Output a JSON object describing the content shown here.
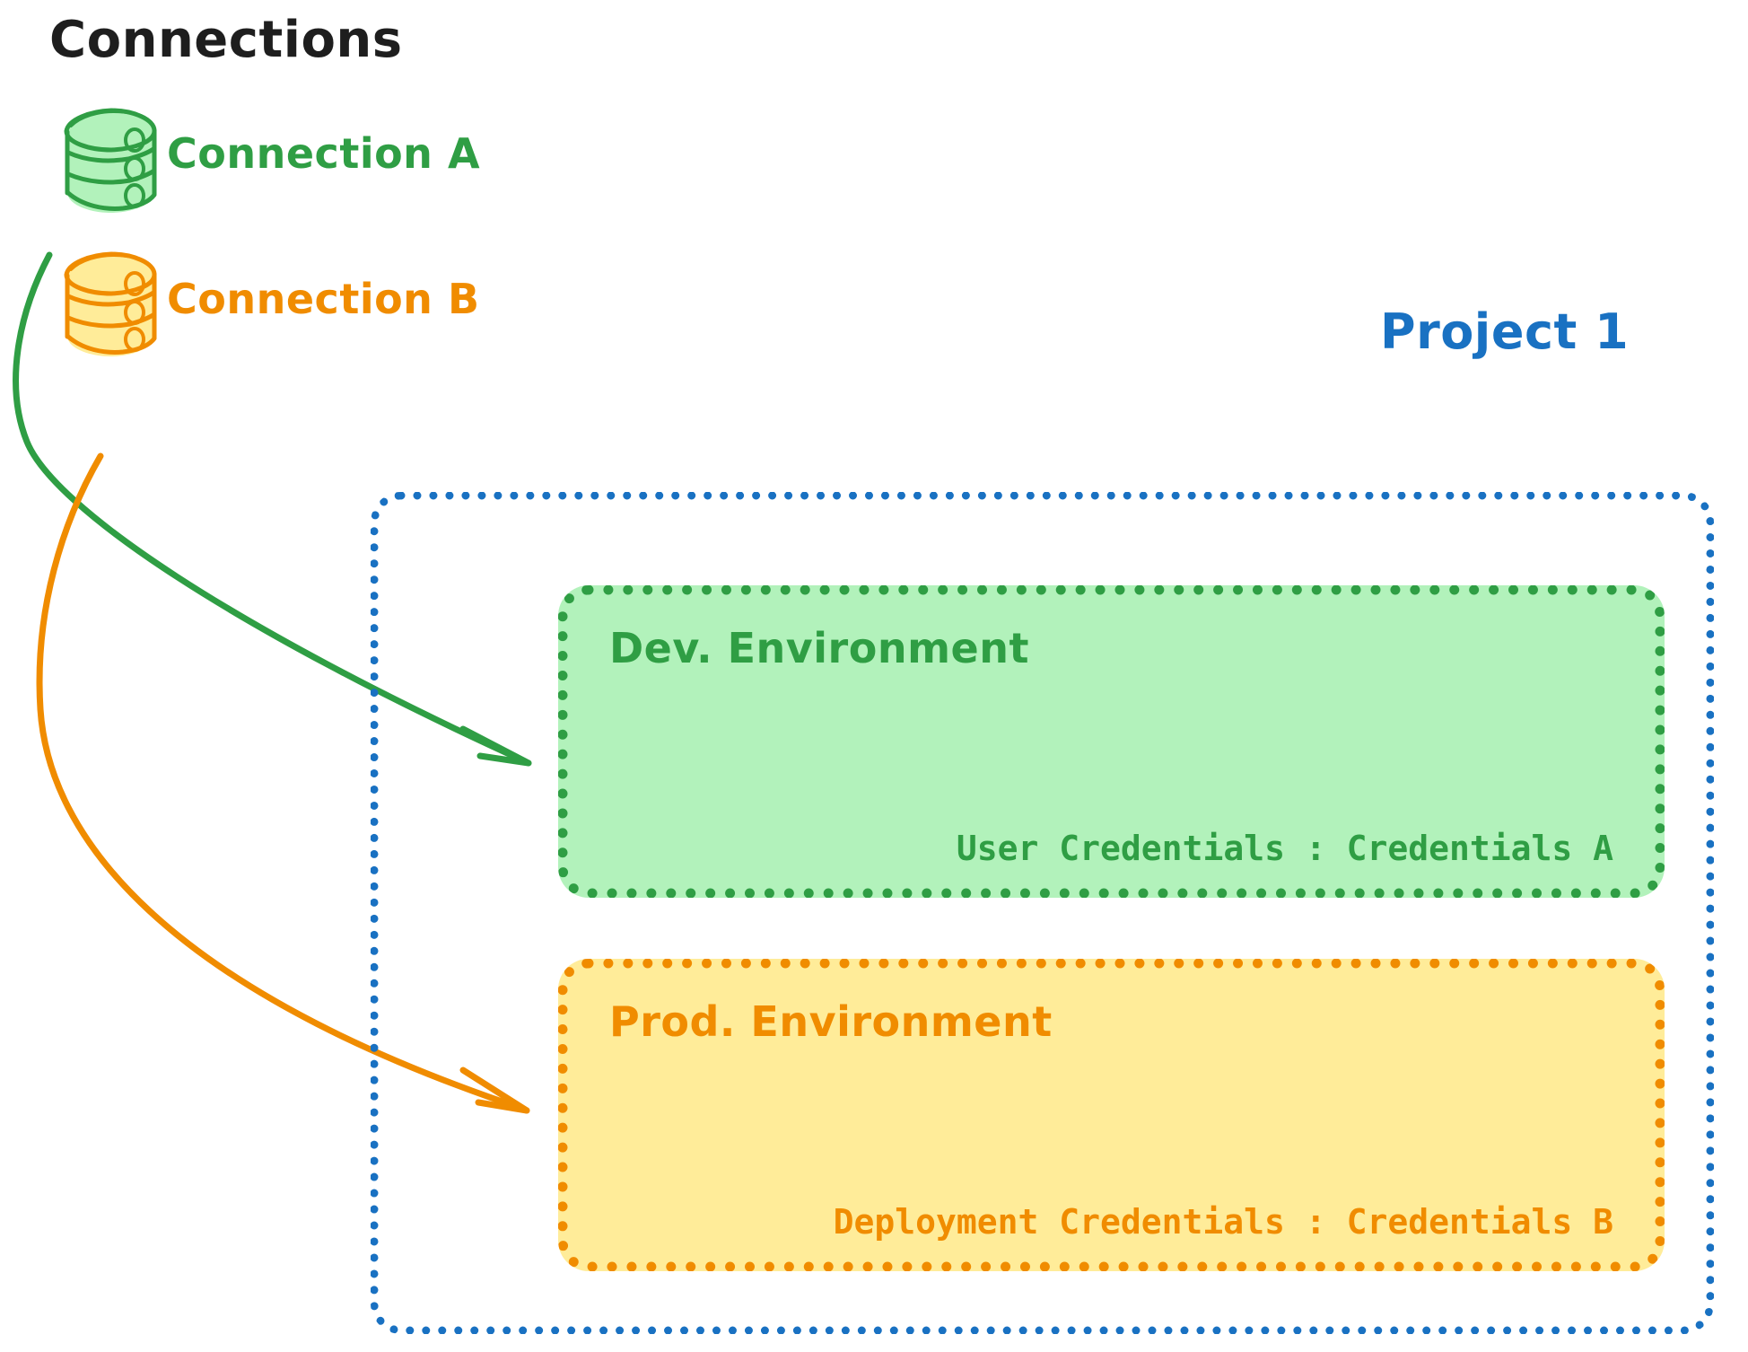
{
  "title": "Connections",
  "connections": [
    {
      "id": "connection-a",
      "label": "Connection A",
      "icon": "database-cylinder-icon",
      "color": "#2f9e44"
    },
    {
      "id": "connection-b",
      "label": "Connection B",
      "icon": "database-cylinder-icon",
      "color": "#f08c00"
    }
  ],
  "project": {
    "label": "Project 1",
    "color": "#1971c2",
    "environments": [
      {
        "id": "dev-environment",
        "title": "Dev. Environment",
        "credentials_label": "User Credentials",
        "credentials_value": "Credentials A",
        "credentials_text": "User Credentials : Credentials A",
        "stroke": "#2f9e44",
        "fill": "#b2f2bb"
      },
      {
        "id": "prod-environment",
        "title": "Prod. Environment",
        "credentials_label": "Deployment Credentials",
        "credentials_value": "Credentials B",
        "credentials_text": "Deployment Credentials : Credentials B",
        "stroke": "#f08c00",
        "fill": "#ffec99"
      }
    ]
  },
  "arrows": [
    {
      "id": "arrow-connection-a-to-dev",
      "from": "connection-a",
      "to": "dev-environment",
      "color": "#2f9e44"
    },
    {
      "id": "arrow-connection-b-to-prod",
      "from": "connection-b",
      "to": "prod-environment",
      "color": "#f08c00"
    }
  ],
  "colors": {
    "green_stroke": "#2f9e44",
    "green_fill": "#b2f2bb",
    "orange_stroke": "#f08c00",
    "orange_fill": "#ffec99",
    "blue": "#1971c2",
    "text_dark": "#1e1e1e",
    "background": "#ffffff"
  }
}
